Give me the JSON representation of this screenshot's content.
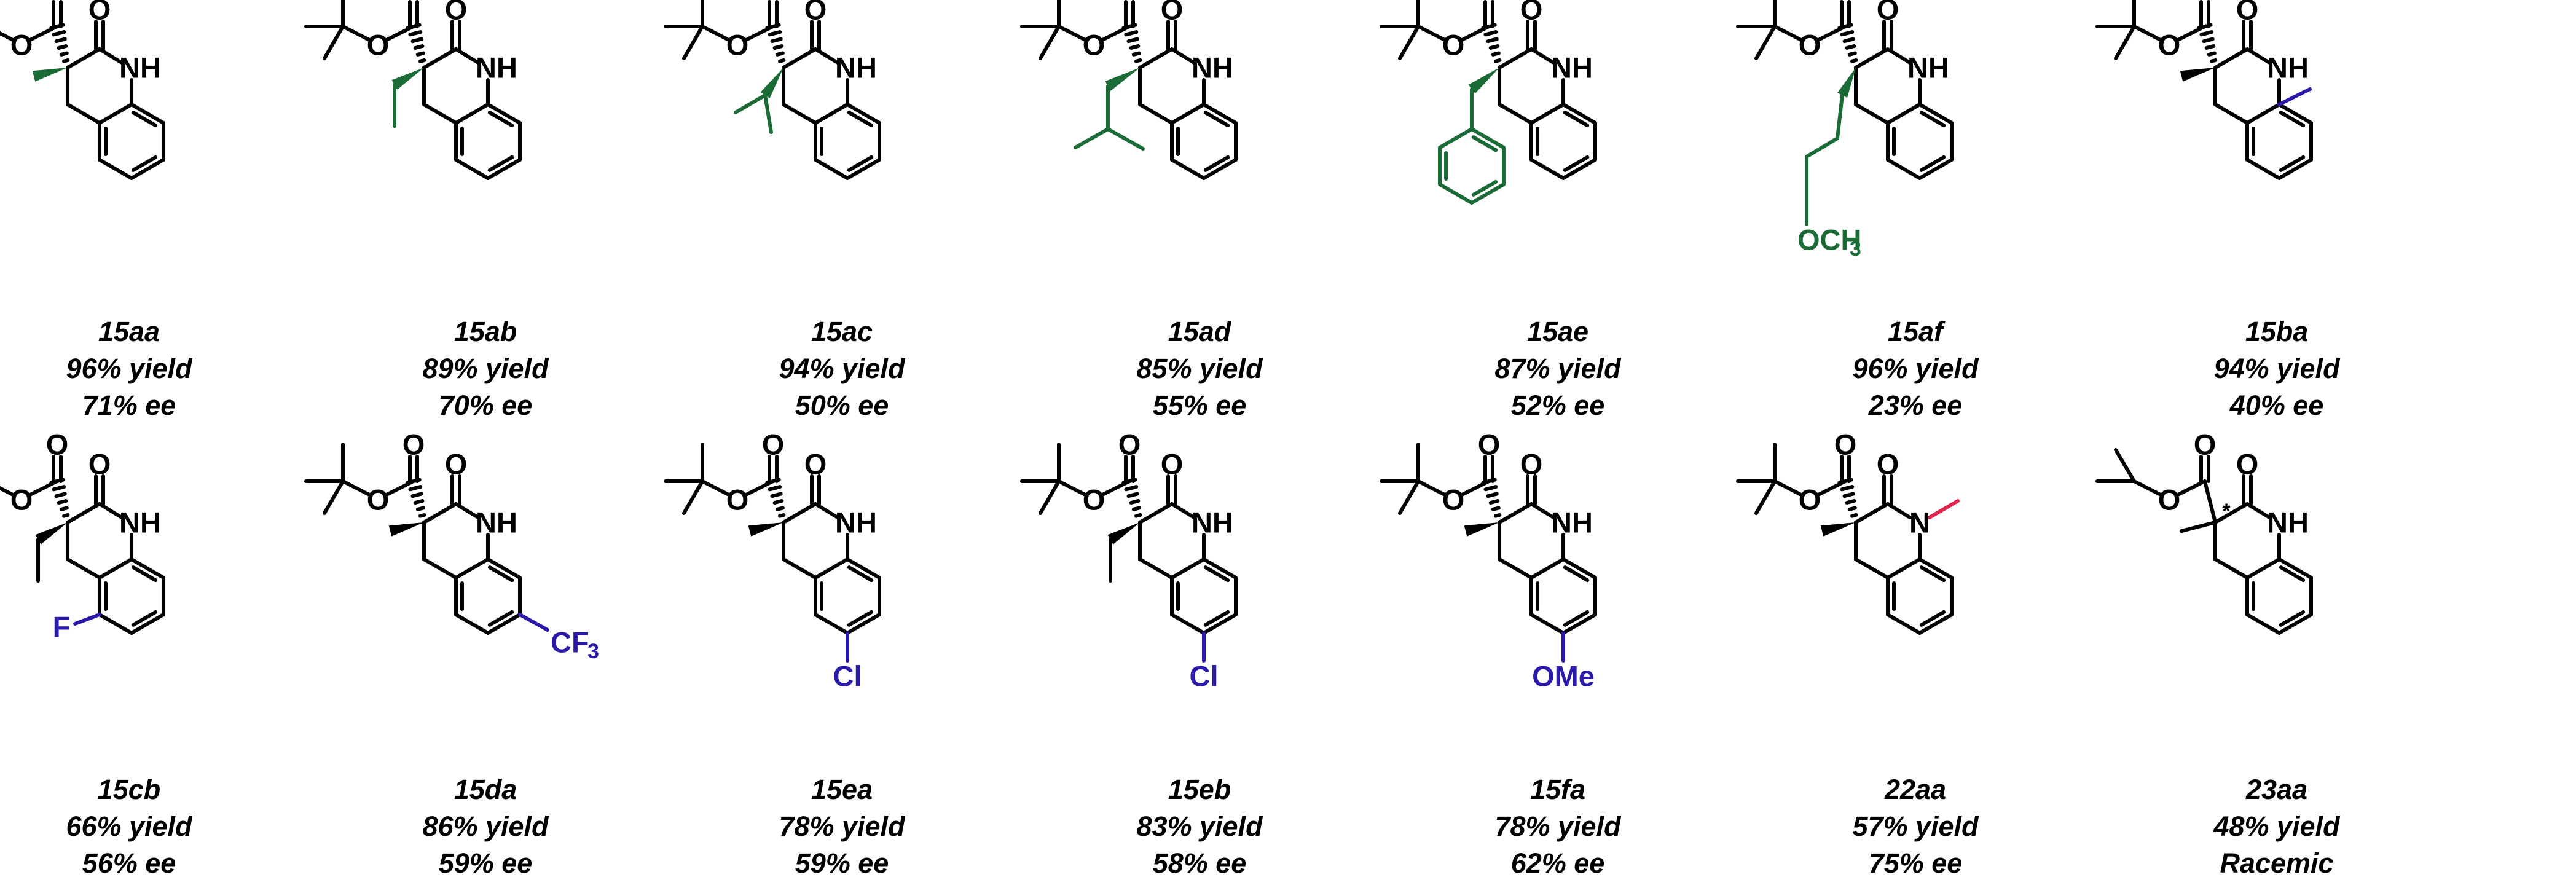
{
  "colors": {
    "bond": "#000000",
    "variable_group": "#1a6b35",
    "aryl_substituent": "#2a1aa8",
    "n_methyl": "#e0234a"
  },
  "atom_labels": {
    "carbonyl_o": "O",
    "ester_o": "O",
    "nh": "NH",
    "n": "N",
    "stereo_star": "*",
    "f": "F",
    "cl": "Cl",
    "ome": "OMe",
    "och3": "OCH",
    "och3_sub": "3",
    "cf3": "CF",
    "cf3_sub": "3"
  },
  "compounds": [
    {
      "id": "15aa",
      "yield": "96% yield",
      "ee": "71% ee"
    },
    {
      "id": "15ab",
      "yield": "89% yield",
      "ee": "70% ee"
    },
    {
      "id": "15ac",
      "yield": "94% yield",
      "ee": "50% ee"
    },
    {
      "id": "15ad",
      "yield": "85% yield",
      "ee": "55% ee"
    },
    {
      "id": "15ae",
      "yield": "87% yield",
      "ee": "52% ee"
    },
    {
      "id": "15af",
      "yield": "96% yield",
      "ee": "23% ee"
    },
    {
      "id": "15ba",
      "yield": "94% yield",
      "ee": "40% ee"
    },
    {
      "id": "15cb",
      "yield": "66% yield",
      "ee": "56% ee"
    },
    {
      "id": "15da",
      "yield": "86% yield",
      "ee": "59% ee"
    },
    {
      "id": "15ea",
      "yield": "78% yield",
      "ee": "59% ee"
    },
    {
      "id": "15eb",
      "yield": "83% yield",
      "ee": "58% ee"
    },
    {
      "id": "15fa",
      "yield": "78% yield",
      "ee": "62% ee"
    },
    {
      "id": "22aa",
      "yield": "57% yield",
      "ee": "75% ee"
    },
    {
      "id": "23aa",
      "yield": "48% yield",
      "ee": "Racemic"
    }
  ]
}
